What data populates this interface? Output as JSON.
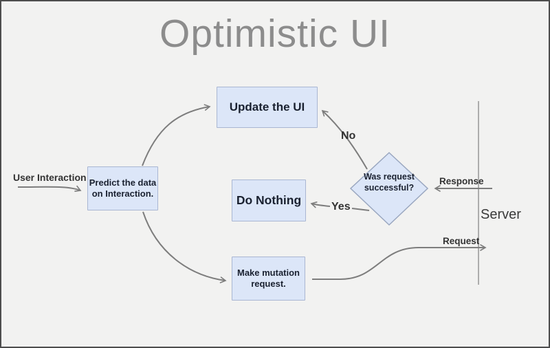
{
  "title": "Optimistic UI",
  "colors": {
    "background": "#f2f2f1",
    "frame_border": "#4d4d4d",
    "node_fill": "#dce6f8",
    "node_border": "#a9b6d2",
    "node_text": "#1a2130",
    "title_text": "#8c8c8c",
    "arrow": "#7d7d7d",
    "label_text": "#333333"
  },
  "nodes": {
    "predict": {
      "line1": "Predict the data",
      "line2": "on Interaction."
    },
    "update": {
      "label": "Update the UI"
    },
    "do_nothing": {
      "label": "Do Nothing"
    },
    "mutation": {
      "line1": "Make mutation",
      "line2": "request."
    },
    "decision": {
      "line1": "Was request",
      "line2": "successful?"
    }
  },
  "labels": {
    "user_interaction": "User Interaction",
    "no": "No",
    "yes": "Yes",
    "response": "Response",
    "request": "Request",
    "server": "Server"
  }
}
